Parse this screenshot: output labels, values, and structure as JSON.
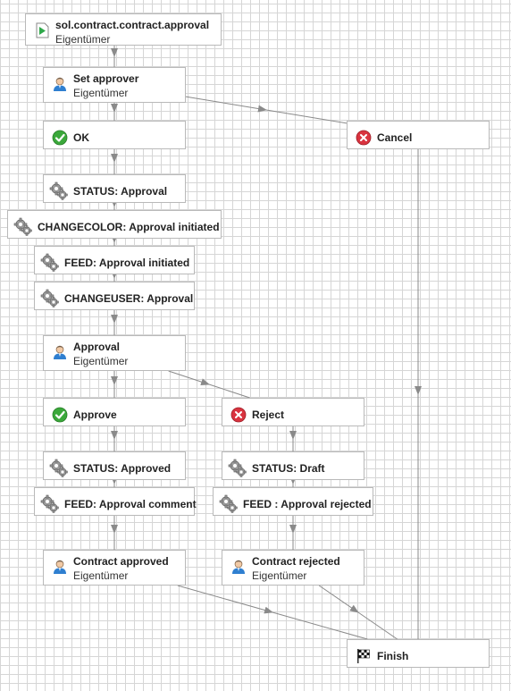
{
  "nodes": {
    "start": {
      "title": "sol.contract.contract.approval",
      "subtitle": "Eigentümer",
      "icon": "play-start-icon"
    },
    "set_approver": {
      "title": "Set approver",
      "subtitle": "Eigentümer",
      "icon": "user-icon"
    },
    "ok": {
      "title": "OK",
      "icon": "check-icon"
    },
    "cancel": {
      "title": "Cancel",
      "icon": "cancel-icon"
    },
    "status_approval": {
      "title": "STATUS: Approval",
      "icon": "gears-icon"
    },
    "changecolor": {
      "title": "CHANGECOLOR: Approval initiated",
      "icon": "gears-icon"
    },
    "feed_initiated": {
      "title": "FEED: Approval initiated",
      "icon": "gears-icon"
    },
    "changeuser": {
      "title": "CHANGEUSER: Approval",
      "icon": "gears-icon"
    },
    "approval": {
      "title": "Approval",
      "subtitle": "Eigentümer",
      "icon": "user-icon"
    },
    "approve": {
      "title": "Approve",
      "icon": "check-icon"
    },
    "reject": {
      "title": "Reject",
      "icon": "cancel-icon"
    },
    "status_approved": {
      "title": "STATUS: Approved",
      "icon": "gears-icon"
    },
    "status_draft": {
      "title": "STATUS: Draft",
      "icon": "gears-icon"
    },
    "feed_comment": {
      "title": "FEED: Approval comment",
      "icon": "gears-icon"
    },
    "feed_rejected": {
      "title": "FEED : Approval rejected",
      "icon": "gears-icon"
    },
    "contract_approved": {
      "title": "Contract approved",
      "subtitle": "Eigentümer",
      "icon": "user-icon"
    },
    "contract_rejected": {
      "title": "Contract rejected",
      "subtitle": "Eigentümer",
      "icon": "user-icon"
    },
    "finish": {
      "title": "Finish",
      "icon": "checkered-flag-icon"
    }
  },
  "edges": [
    [
      "start",
      "set_approver"
    ],
    [
      "set_approver",
      "ok"
    ],
    [
      "set_approver",
      "cancel"
    ],
    [
      "ok",
      "status_approval"
    ],
    [
      "status_approval",
      "changecolor"
    ],
    [
      "changecolor",
      "feed_initiated"
    ],
    [
      "feed_initiated",
      "changeuser"
    ],
    [
      "changeuser",
      "approval"
    ],
    [
      "approval",
      "approve"
    ],
    [
      "approval",
      "reject"
    ],
    [
      "approve",
      "status_approved"
    ],
    [
      "status_approved",
      "feed_comment"
    ],
    [
      "feed_comment",
      "contract_approved"
    ],
    [
      "reject",
      "status_draft"
    ],
    [
      "status_draft",
      "feed_rejected"
    ],
    [
      "feed_rejected",
      "contract_rejected"
    ],
    [
      "contract_approved",
      "finish"
    ],
    [
      "contract_rejected",
      "finish"
    ],
    [
      "cancel",
      "finish"
    ]
  ],
  "colors": {
    "edge": "#8a8a8a",
    "node_border": "#b9b9b9",
    "check_green": "#3aa83a",
    "cancel_red": "#d9333f",
    "user_blue": "#2f7fd0",
    "start_green": "#2fa84a"
  }
}
